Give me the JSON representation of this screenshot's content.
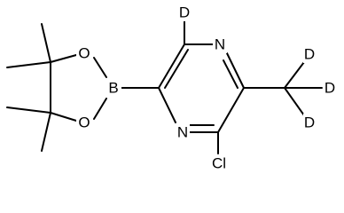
{
  "molecule": {
    "atoms": {
      "deuterium_ring": "D",
      "nitrogen_top": "N",
      "nitrogen_bottom": "N",
      "boron": "B",
      "oxygen_top": "O",
      "oxygen_bottom": "O",
      "chlorine": "Cl",
      "deuterium_methyl_top": "D",
      "deuterium_methyl_right": "D",
      "deuterium_methyl_bottom": "D"
    }
  }
}
